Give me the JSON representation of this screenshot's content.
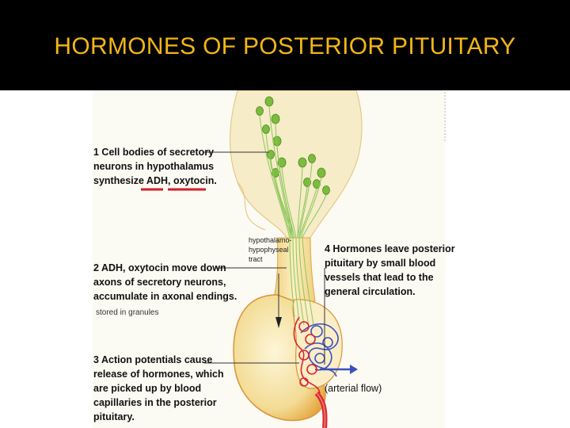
{
  "slide": {
    "title": "HORMONES OF POSTERIOR PITUITARY"
  },
  "diagram": {
    "label_1": {
      "lines": [
        "1  Cell bodies of secretory",
        "neurons in hypothalamus",
        "synthesize ADH, oxytocin."
      ]
    },
    "label_2": {
      "lines": [
        "2  ADH, oxytocin move down",
        "axons of secretory neurons,",
        "accumulate in axonal endings."
      ],
      "note": "stored in granules"
    },
    "label_3": {
      "lines": [
        "3  Action potentials cause",
        "release of hormones, which",
        "are picked up by blood",
        "capillaries in the posterior",
        "pituitary."
      ]
    },
    "label_4": {
      "lines": [
        "4  Hormones leave posterior",
        "pituitary by small blood",
        "vessels that lead to the",
        "general circulation."
      ]
    },
    "tract_label": {
      "lines": [
        "hypothalamo-",
        "hypophyseal",
        "tract"
      ]
    },
    "arterial_flow": "(arterial flow)",
    "colors": {
      "title": "#f2b619",
      "tissue": "#f5e6b0",
      "tissue_dark": "#e8b04a",
      "neuron_green": "#7dbb3e",
      "capillary_red": "#d8262e",
      "capillary_blue": "#3a4fbf",
      "underline": "#d0202a"
    }
  }
}
